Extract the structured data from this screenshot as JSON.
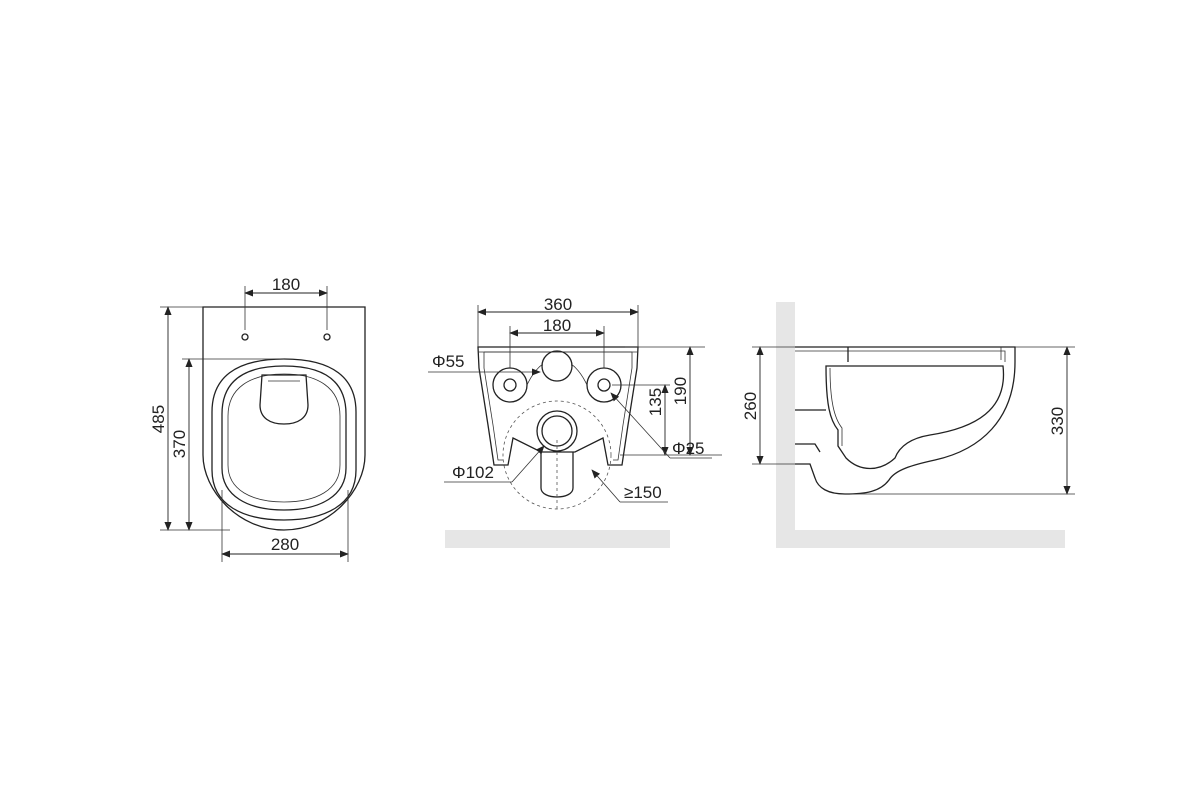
{
  "colors": {
    "line": "#222222",
    "floor": "#e6e6e6",
    "background": "#ffffff"
  },
  "top_view": {
    "dim_bolt_spacing": "180",
    "dim_total_length": "485",
    "dim_seat_length": "370",
    "dim_width": "280"
  },
  "rear_view": {
    "dim_total_width": "360",
    "dim_bolt_spacing": "180",
    "dim_water_inlet": "Φ55",
    "dim_outlet_height": "135",
    "dim_inlet_height": "190",
    "dim_bolt_hole": "Φ25",
    "dim_outlet_pipe": "Φ102",
    "dim_min_clearance": "≥150"
  },
  "side_view": {
    "dim_mount_height": "260",
    "dim_total_height": "330"
  }
}
